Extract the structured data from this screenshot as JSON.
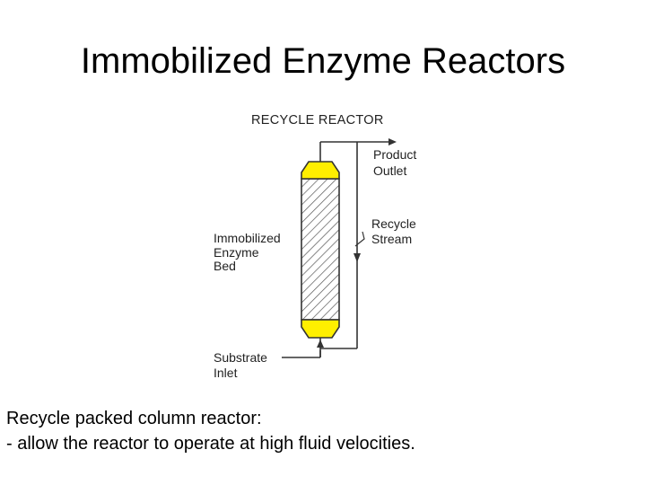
{
  "slide": {
    "title": "Immobilized Enzyme Reactors"
  },
  "diagram": {
    "heading": "RECYCLE REACTOR",
    "labels": {
      "product_line1": "Product",
      "product_line2": "Outlet",
      "recycle_line1": "Recycle",
      "recycle_line2": "Stream",
      "bed_line1": "Immobilized",
      "bed_line2": "Enzyme",
      "bed_line3": "Bed",
      "substrate_line1": "Substrate",
      "substrate_line2": "Inlet"
    },
    "colors": {
      "end_caps": "#ffef00",
      "line": "#333333",
      "hatch": "#555555"
    }
  },
  "caption": {
    "line1": "Recycle packed column reactor:",
    "line2": "- allow the reactor to operate at high fluid velocities."
  }
}
